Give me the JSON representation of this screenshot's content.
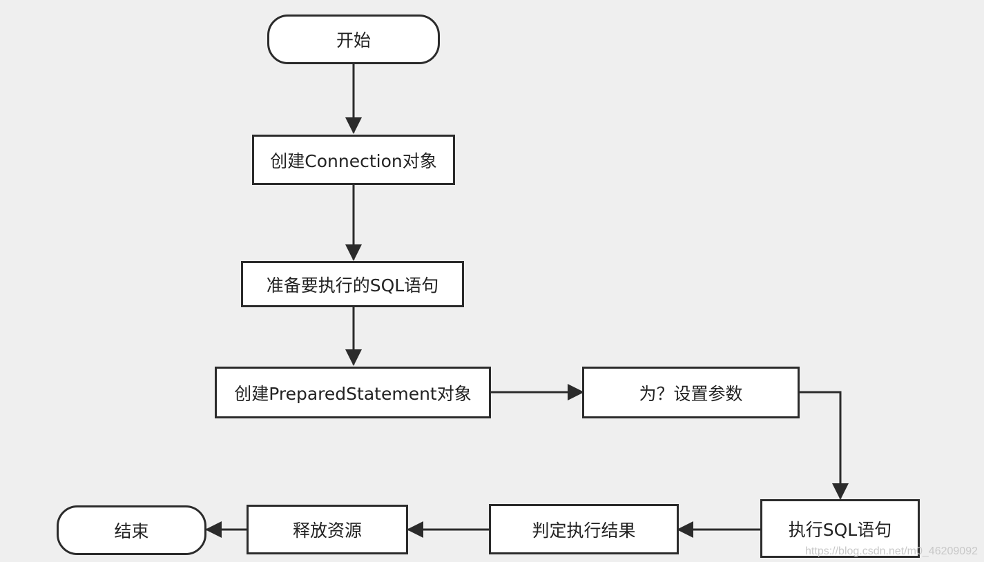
{
  "diagram": {
    "type": "flowchart",
    "nodes": {
      "start": "开始",
      "create_connection": "创建Connection对象",
      "prepare_sql": "准备要执行的SQL语句",
      "create_statement": "创建PreparedStatement对象",
      "set_params": "为？设置参数",
      "execute_sql": "执行SQL语句",
      "judge_result": "判定执行结果",
      "release": "释放资源",
      "end": "结束"
    },
    "edges": [
      [
        "start",
        "create_connection"
      ],
      [
        "create_connection",
        "prepare_sql"
      ],
      [
        "prepare_sql",
        "create_statement"
      ],
      [
        "create_statement",
        "set_params"
      ],
      [
        "set_params",
        "execute_sql"
      ],
      [
        "execute_sql",
        "judge_result"
      ],
      [
        "judge_result",
        "release"
      ],
      [
        "release",
        "end"
      ]
    ]
  },
  "watermark": "https://blog.csdn.net/m0_46209092",
  "colors": {
    "background": "#efefef",
    "node_fill": "#ffffff",
    "stroke": "#2b2b2b",
    "text": "#222222"
  }
}
